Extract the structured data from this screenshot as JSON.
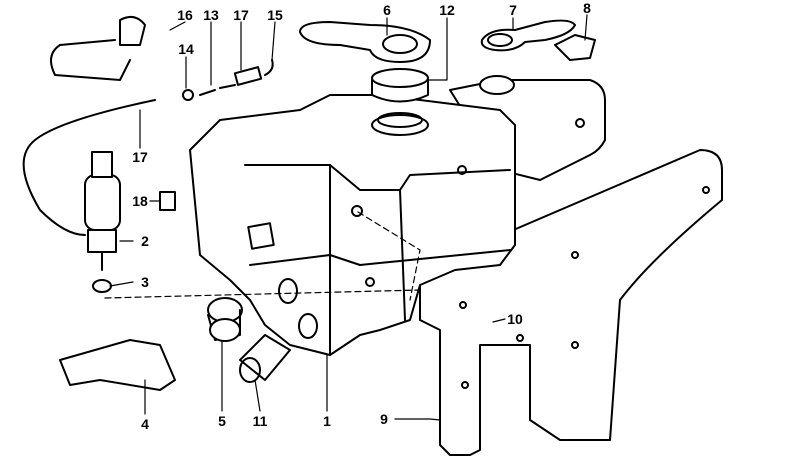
{
  "diagram": {
    "type": "exploded parts diagram",
    "callouts": [
      "16",
      "13",
      "17",
      "15",
      "6",
      "12",
      "7",
      "8",
      "14",
      "17",
      "18",
      "2",
      "3",
      "10",
      "4",
      "5",
      "11",
      "1",
      "9"
    ]
  }
}
